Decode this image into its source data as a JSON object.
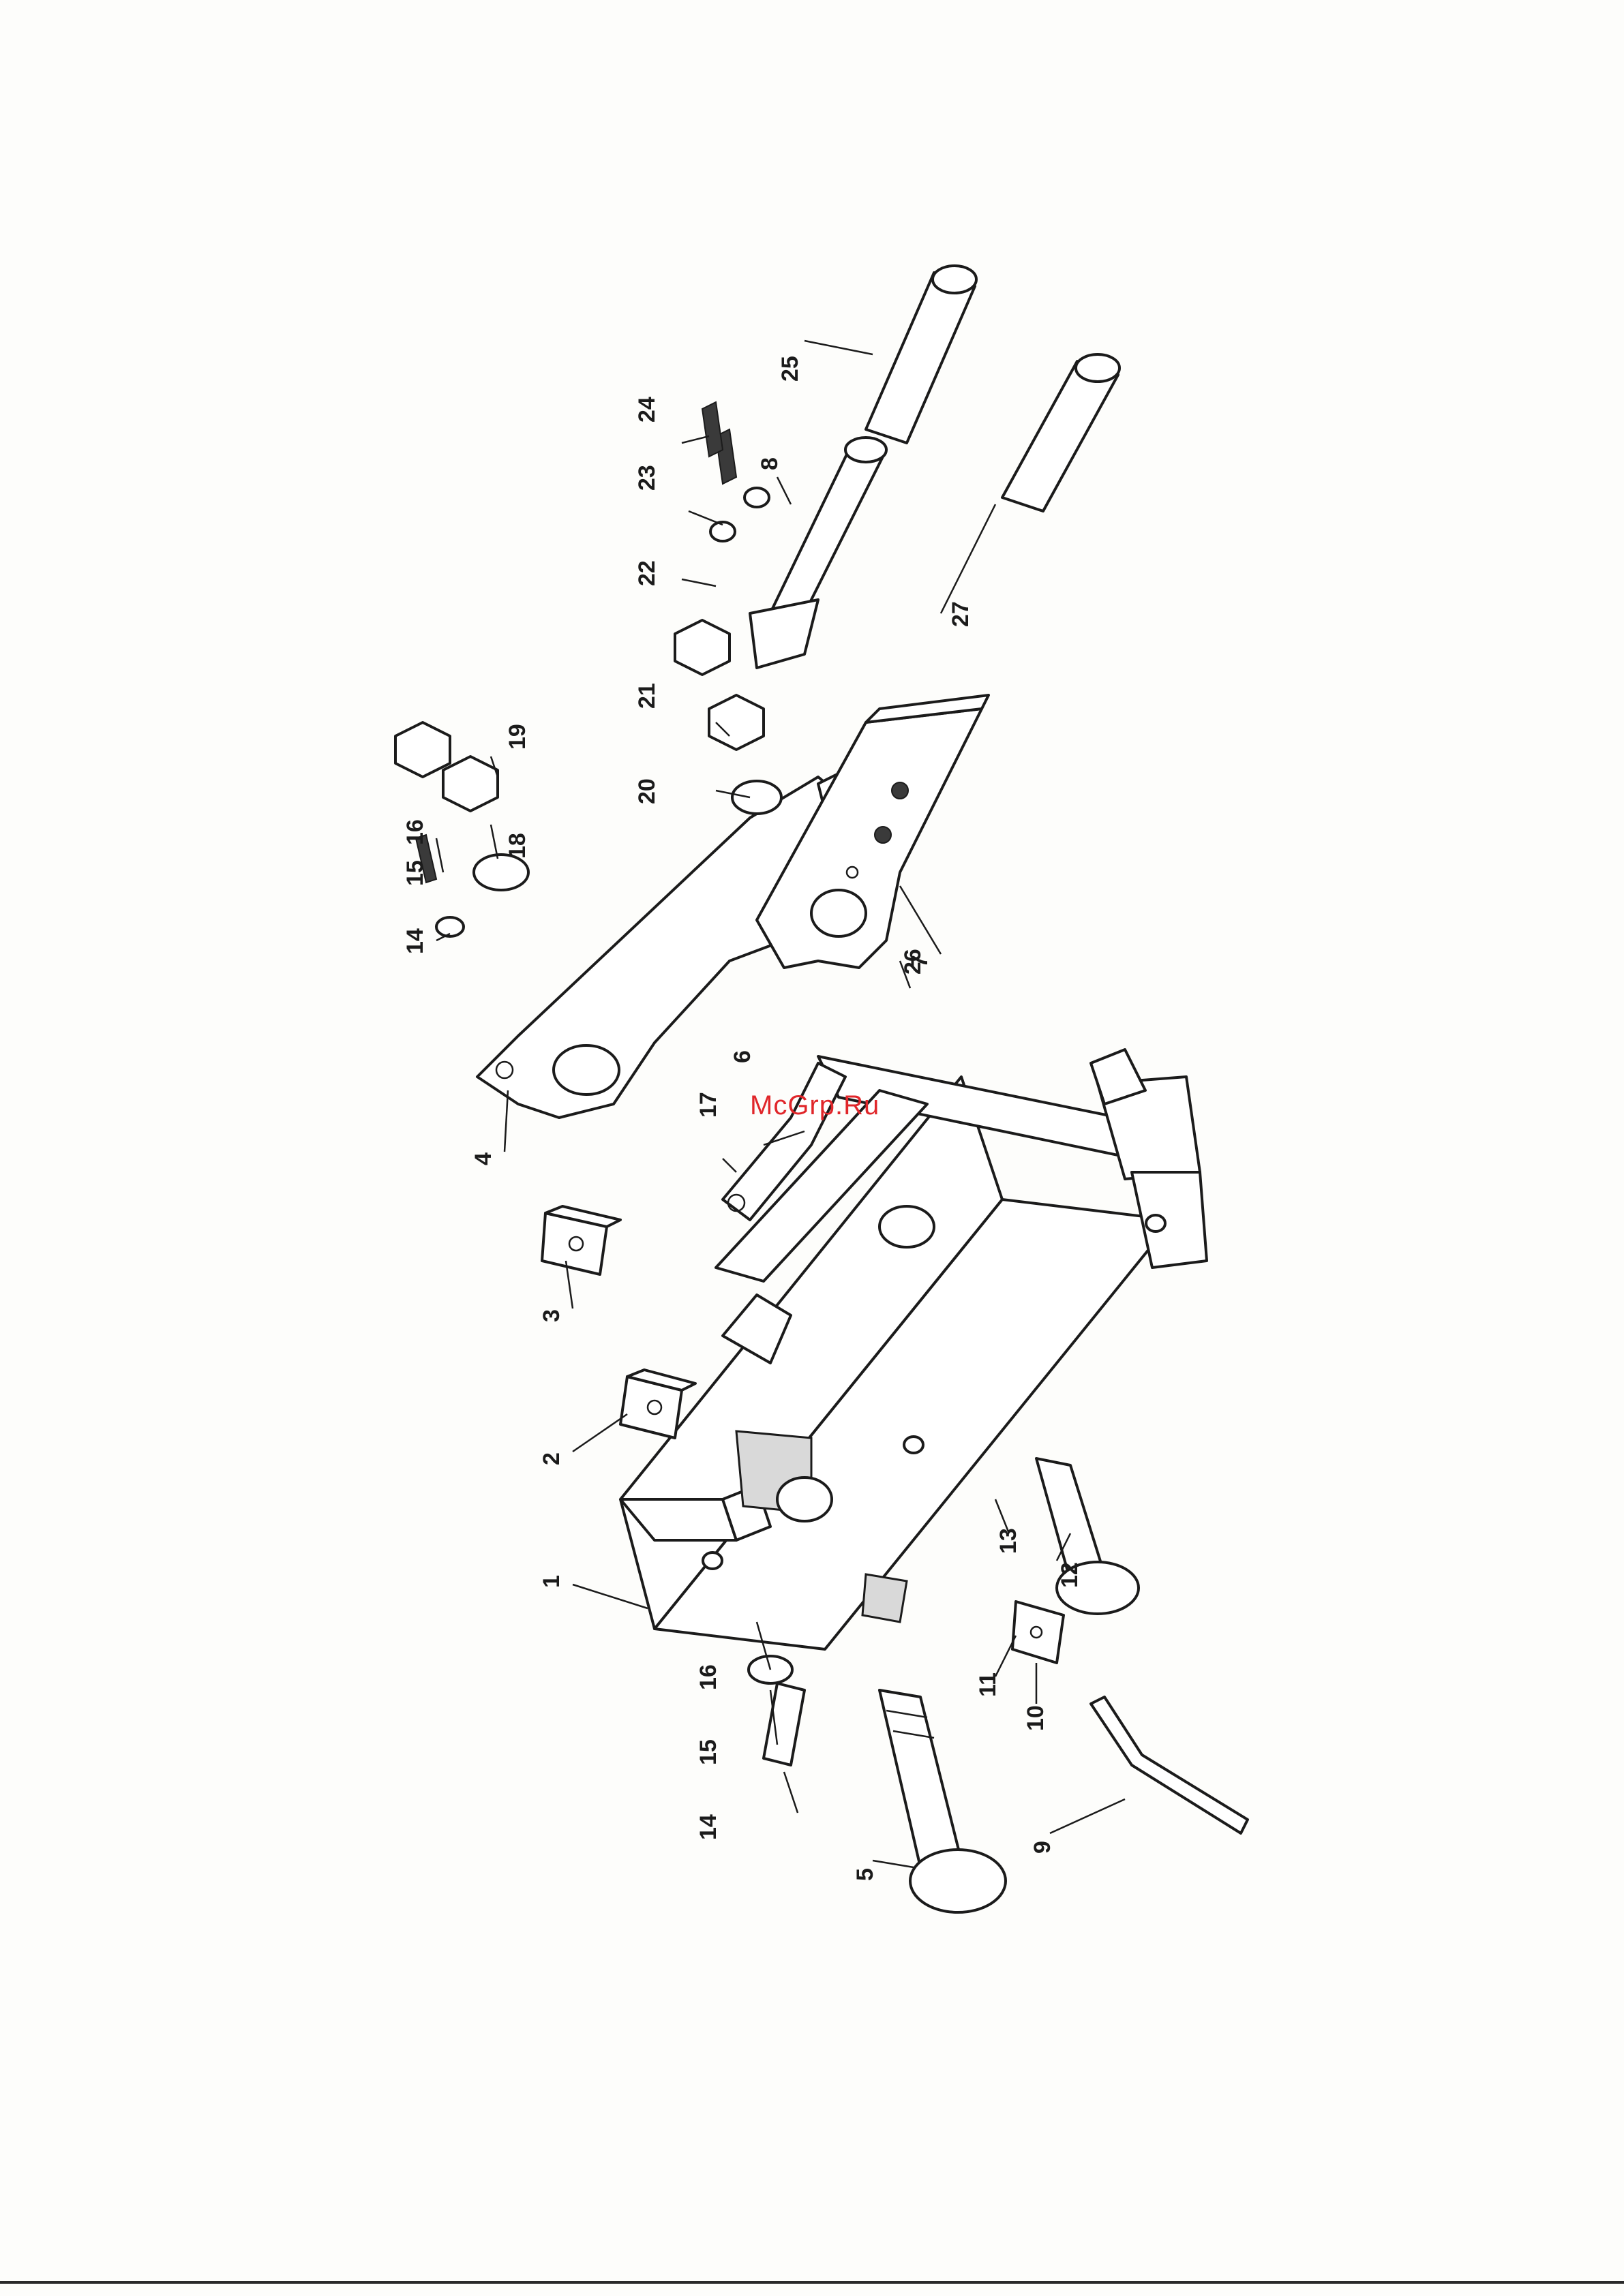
{
  "diagram": {
    "callouts": [
      "1",
      "2",
      "3",
      "4",
      "5",
      "6",
      "7",
      "8",
      "9",
      "10",
      "11",
      "12",
      "13",
      "14",
      "15",
      "16",
      "17",
      "18",
      "19",
      "20",
      "21",
      "22",
      "23",
      "24",
      "25",
      "26",
      "27"
    ],
    "duplicate_callouts": [
      "14",
      "15",
      "16"
    ],
    "watermark": "McGrp.Ru"
  },
  "colors": {
    "line": "#1b1b1b",
    "watermark": "#e0262a",
    "paper": "#fdfdfb"
  }
}
